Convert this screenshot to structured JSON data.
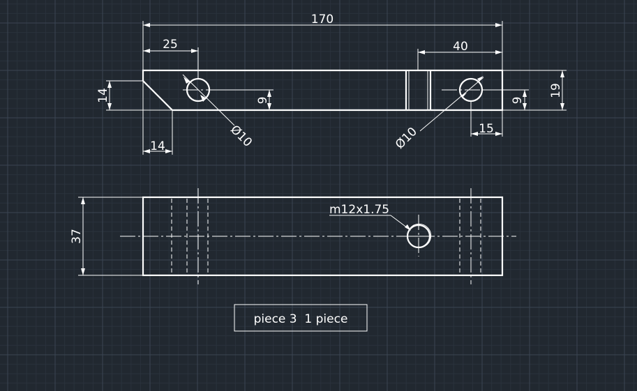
{
  "drawing": {
    "background_color": "#212830",
    "line_color": "#ffffff",
    "top_view": {
      "dim_overall_length": "170",
      "dim_left_hole_offset": "25",
      "dim_right_hole_offset": "40",
      "dim_chamfer_height": "14",
      "dim_chamfer_width": "14",
      "dim_left_hole_height": "9",
      "dim_right_hole_height": "9",
      "dim_total_height": "19",
      "dim_right_hole_edge": "15",
      "left_hole_diameter": "Ø10",
      "right_hole_diameter": "Ø10"
    },
    "front_view": {
      "dim_width": "37",
      "thread_callout": "m12x1.75"
    },
    "title_box": {
      "text": "piece 3  1 piece"
    }
  }
}
